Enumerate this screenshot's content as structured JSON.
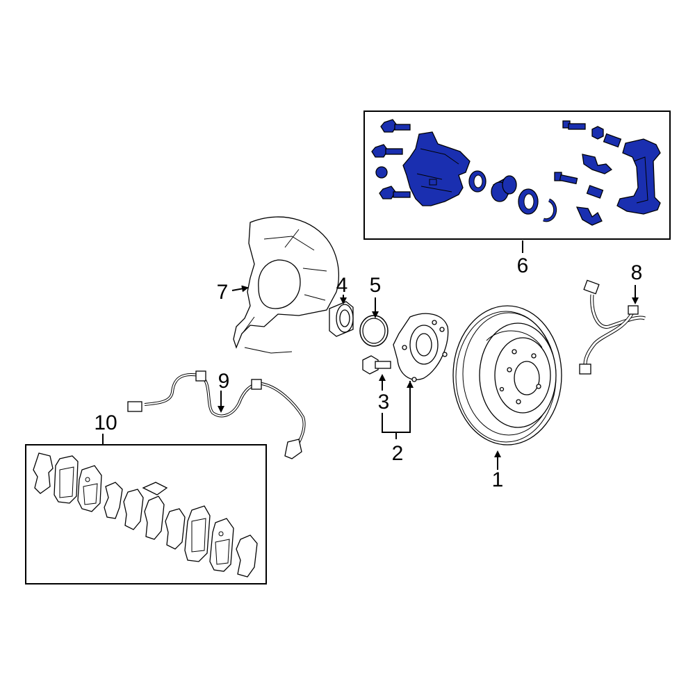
{
  "callouts": [
    {
      "id": "1",
      "text": "1"
    },
    {
      "id": "2",
      "text": "2"
    },
    {
      "id": "3",
      "text": "3"
    },
    {
      "id": "4",
      "text": "4"
    },
    {
      "id": "5",
      "text": "5"
    },
    {
      "id": "6",
      "text": "6"
    },
    {
      "id": "7",
      "text": "7"
    },
    {
      "id": "8",
      "text": "8"
    },
    {
      "id": "9",
      "text": "9"
    },
    {
      "id": "10",
      "text": "10"
    }
  ],
  "colors": {
    "highlight": "#1a2fb0",
    "highlight_dark": "#0c1878",
    "line": "#000000",
    "background": "#ffffff"
  }
}
